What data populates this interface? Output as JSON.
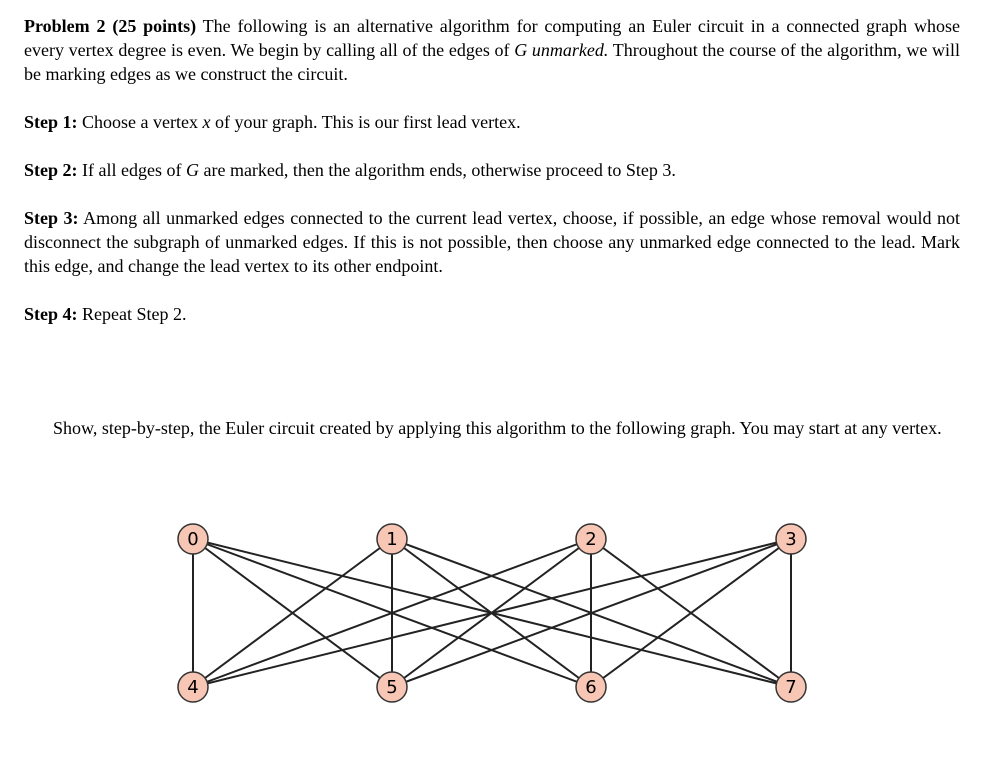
{
  "problem": {
    "heading": "Problem 2 (25 points)",
    "intro_1": " The following is an alternative algorithm for computing an Euler circuit in a connected graph whose every vertex degree is even.  We begin by calling all of the edges of ",
    "intro_G": "G",
    "intro_unmarked": "unmarked.",
    "intro_2": " Throughout the course of the algorithm, we will be marking edges as we construct the circuit."
  },
  "steps": [
    {
      "label": "Step 1:",
      "text_a": " Choose a vertex ",
      "var": "x",
      "text_b": " of your graph.  This is our first lead vertex."
    },
    {
      "label": "Step 2:",
      "text_a": " If all edges of ",
      "var": "G",
      "text_b": " are marked, then the algorithm ends, otherwise proceed to Step 3."
    },
    {
      "label": "Step 3:",
      "text_a": " Among all unmarked edges connected to the current lead vertex, choose, if possible, an edge whose removal would not disconnect the subgraph of unmarked edges.  If this is not possible, then choose any unmarked edge connected to the lead.  Mark this edge, and change the lead vertex to its other endpoint.",
      "var": "",
      "text_b": ""
    },
    {
      "label": "Step 4:",
      "text_a": " Repeat Step 2.",
      "var": "",
      "text_b": ""
    }
  ],
  "prompt": "Show, step-by-step, the Euler circuit created by applying this algorithm to the following graph.  You may start at any vertex.",
  "graph": {
    "node_fill": "#f7c6b4",
    "node_stroke": "#333333",
    "edge_color": "#222222",
    "vertices": [
      "0",
      "1",
      "2",
      "3",
      "4",
      "5",
      "6",
      "7"
    ],
    "edges": [
      [
        "0",
        "4"
      ],
      [
        "0",
        "5"
      ],
      [
        "0",
        "6"
      ],
      [
        "0",
        "7"
      ],
      [
        "1",
        "4"
      ],
      [
        "1",
        "5"
      ],
      [
        "1",
        "6"
      ],
      [
        "1",
        "7"
      ],
      [
        "2",
        "4"
      ],
      [
        "2",
        "5"
      ],
      [
        "2",
        "6"
      ],
      [
        "2",
        "7"
      ],
      [
        "3",
        "4"
      ],
      [
        "3",
        "5"
      ],
      [
        "3",
        "6"
      ],
      [
        "3",
        "7"
      ]
    ]
  }
}
